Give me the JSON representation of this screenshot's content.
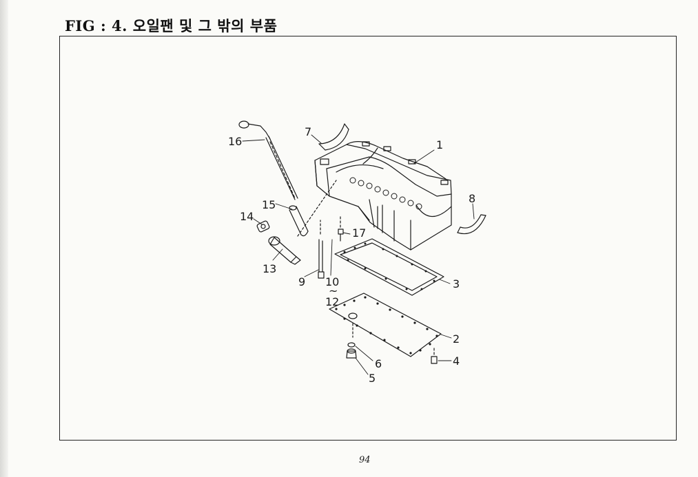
{
  "document": {
    "title": "FIG : 4. 오일팬 및 그 밖의 부품",
    "page_number": "94"
  },
  "callouts": {
    "c1": "1",
    "c2": "2",
    "c3": "3",
    "c4": "4",
    "c5": "5",
    "c6": "6",
    "c7": "7",
    "c8": "8",
    "c9": "9",
    "c10": "10",
    "c10_tilde": "~",
    "c12": "12",
    "c13": "13",
    "c14": "14",
    "c15": "15",
    "c16": "16",
    "c17": "17"
  }
}
